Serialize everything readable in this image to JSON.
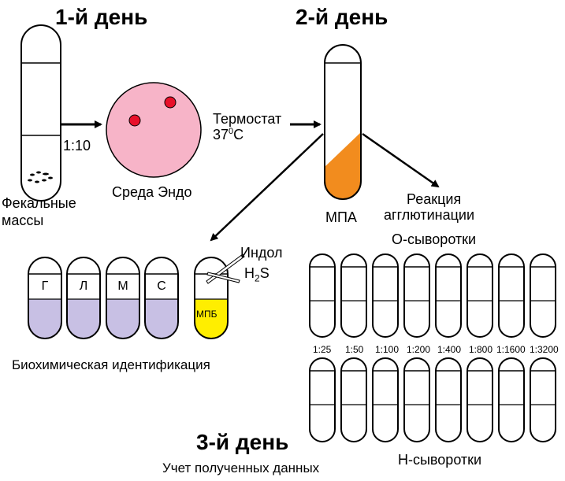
{
  "days": {
    "day1": "1-й день",
    "day2": "2-й день",
    "day3": "3-й день"
  },
  "labels": {
    "feces_line1": "Фекальные",
    "feces_line2": "массы",
    "dilution": "1:10",
    "endo_medium": "Среда Эндо",
    "thermostat": "Термостат",
    "temp_value": "37",
    "temp_sup": "0",
    "temp_unit": "С",
    "mpa": "МПА",
    "agglutination_line1": "Реакция",
    "agglutination_line2": "агглютинации",
    "o_sera": "О-сыворотки",
    "h_sera": "Н-сыворотки",
    "indole": "Индол",
    "h2s_h": "H",
    "h2s_sub": "2",
    "h2s_s": "S",
    "mpb": "МПБ",
    "biochem": "Биохимическая идентификация",
    "results": "Учет полученных данных"
  },
  "biochem_tubes": [
    "Г",
    "Л",
    "М",
    "С"
  ],
  "dilutions": [
    "1:25",
    "1:50",
    "1:100",
    "1:200",
    "1:400",
    "1:800",
    "1:1600",
    "1:3200"
  ],
  "colors": {
    "petri": "#f7b4c8",
    "colony": "#e8102a",
    "mpa_slant": "#f28c1e",
    "biochem_medium": "#c8c0e4",
    "mpb_medium": "#ffee00"
  }
}
